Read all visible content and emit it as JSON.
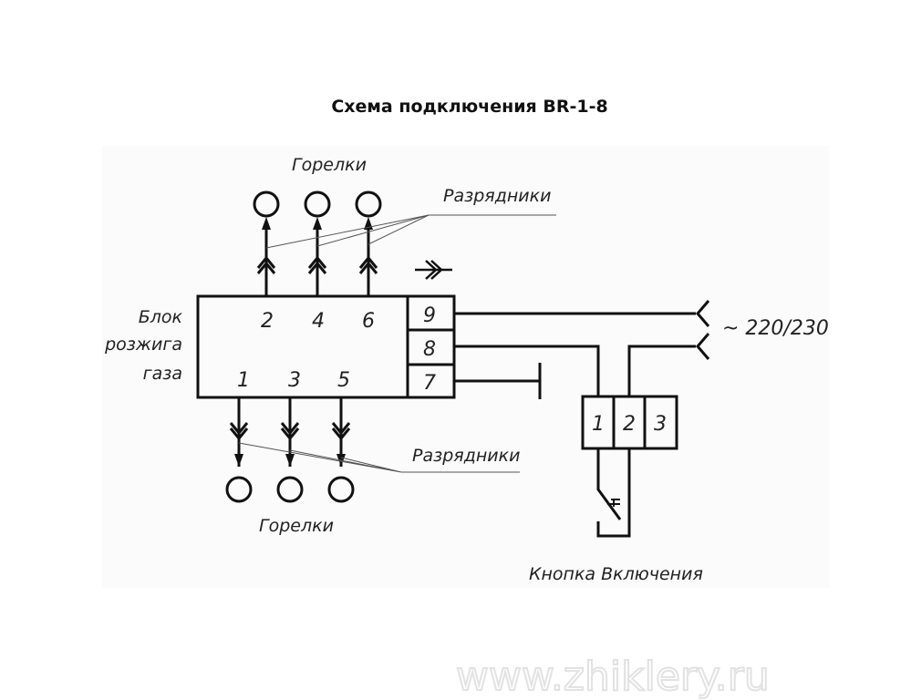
{
  "title": "Схема подключения BR-1-8",
  "labels": {
    "burners_top": "Горелки",
    "burners_bottom": "Горелки",
    "arresters_top": "Разрядники",
    "arresters_bottom": "Разрядники",
    "block_line1": "Блок",
    "block_line2": "розжига",
    "block_line3": "газа",
    "voltage": "~ 220/230",
    "button": "Кнопка Включения"
  },
  "block_pins_top": [
    "2",
    "4",
    "6"
  ],
  "block_pins_bottom": [
    "1",
    "3",
    "5"
  ],
  "terminals": [
    "9",
    "8",
    "7"
  ],
  "switch_terminals": [
    "1",
    "2",
    "3"
  ],
  "watermark": "www.zhiklery.ru"
}
